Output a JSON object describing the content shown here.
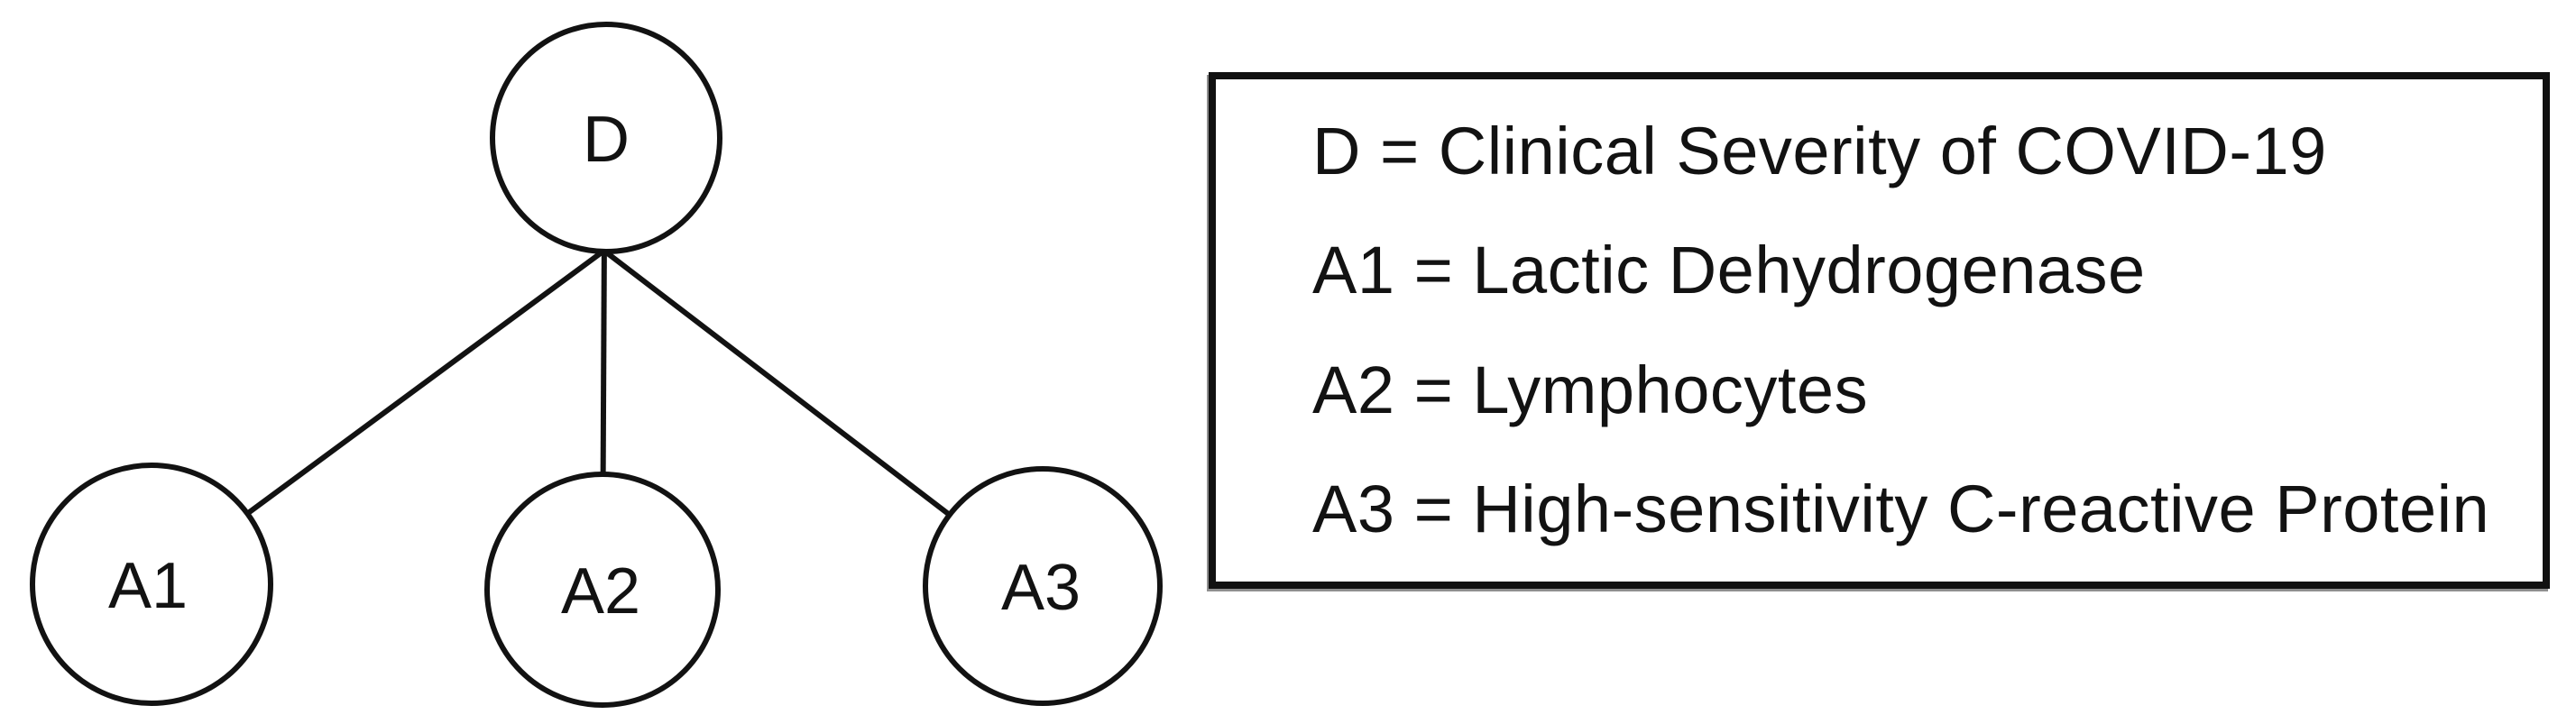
{
  "figure": {
    "background_color": "#ffffff",
    "ink_color": "#121212"
  },
  "graph": {
    "type": "tree",
    "nodes": [
      {
        "id": "D",
        "label": "D",
        "role": "parent"
      },
      {
        "id": "A1",
        "label": "A1",
        "role": "child"
      },
      {
        "id": "A2",
        "label": "A2",
        "role": "child"
      },
      {
        "id": "A3",
        "label": "A3",
        "role": "child"
      }
    ],
    "edges": [
      {
        "from": "D",
        "to": "A1"
      },
      {
        "from": "D",
        "to": "A2"
      },
      {
        "from": "D",
        "to": "A3"
      }
    ]
  },
  "legend": {
    "items": [
      {
        "symbol": "D",
        "definition": "Clinical Severity of COVID-19",
        "text": "D = Clinical Severity of COVID-19"
      },
      {
        "symbol": "A1",
        "definition": "Lactic Dehydrogenase",
        "text": "A1 = Lactic Dehydrogenase"
      },
      {
        "symbol": "A2",
        "definition": "Lymphocytes",
        "text": "A2 = Lymphocytes"
      },
      {
        "symbol": "A3",
        "definition": "High-sensitivity C-reactive Protein",
        "text": "A3 = High-sensitivity C-reactive Protein"
      }
    ]
  }
}
